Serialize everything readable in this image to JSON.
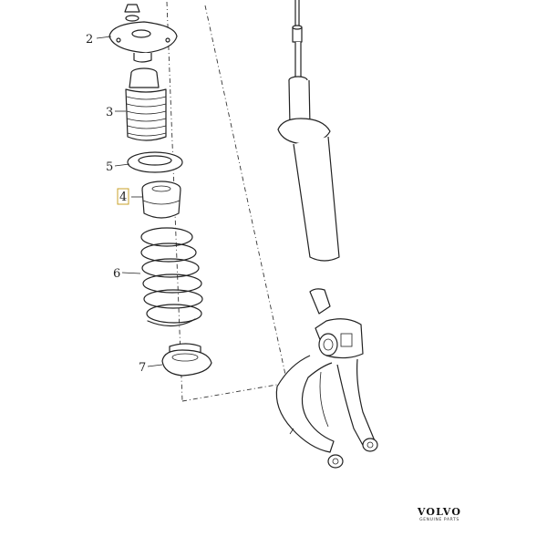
{
  "diagram": {
    "callouts": [
      {
        "id": "2",
        "label": "2"
      },
      {
        "id": "3",
        "label": "3"
      },
      {
        "id": "5",
        "label": "5"
      },
      {
        "id": "4",
        "label": "4"
      },
      {
        "id": "6",
        "label": "6"
      },
      {
        "id": "7",
        "label": "7"
      }
    ],
    "highlighted_callout": "4"
  },
  "brand": {
    "name": "VOLVO",
    "subtitle": "GENUINE PARTS"
  }
}
